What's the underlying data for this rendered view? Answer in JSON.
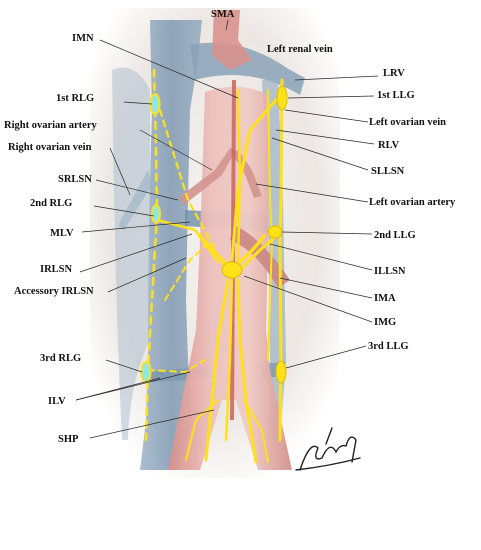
{
  "labels": {
    "sma": "SMA",
    "imn": "IMN",
    "left_renal_vein": "Left renal vein",
    "lrv": "LRV",
    "rlg1": "1st RLG",
    "llg1": "1st LLG",
    "right_ovarian_artery": "Right ovarian artery",
    "left_ovarian_vein": "Left ovarian vein",
    "rlv": "RLV",
    "right_ovarian_vein": "Right ovarian vein",
    "sllsn": "SLLSN",
    "srlsn": "SRLSN",
    "left_ovarian_artery": "Left ovarian artery",
    "rlg2": "2nd RLG",
    "mlv": "MLV",
    "llg2": "2nd LLG",
    "irlsn": "IRLSN",
    "illsn": "ILLSN",
    "accessory_irlsn": "Accessory IRLSN",
    "ima": "IMA",
    "img": "IMG",
    "llg3": "3rd LLG",
    "rlg3": "3rd RLG",
    "ilv": "ILV",
    "shp": "SHP"
  },
  "colors": {
    "vein_blue": "#8fa8bf",
    "artery_pink": "#e3aaa6",
    "artery_red": "#c9645c",
    "nerve_yellow": "#ffe11a",
    "ganglion_cyan": "#8ee8e8"
  },
  "signature_icon": "artist-signature-icon"
}
